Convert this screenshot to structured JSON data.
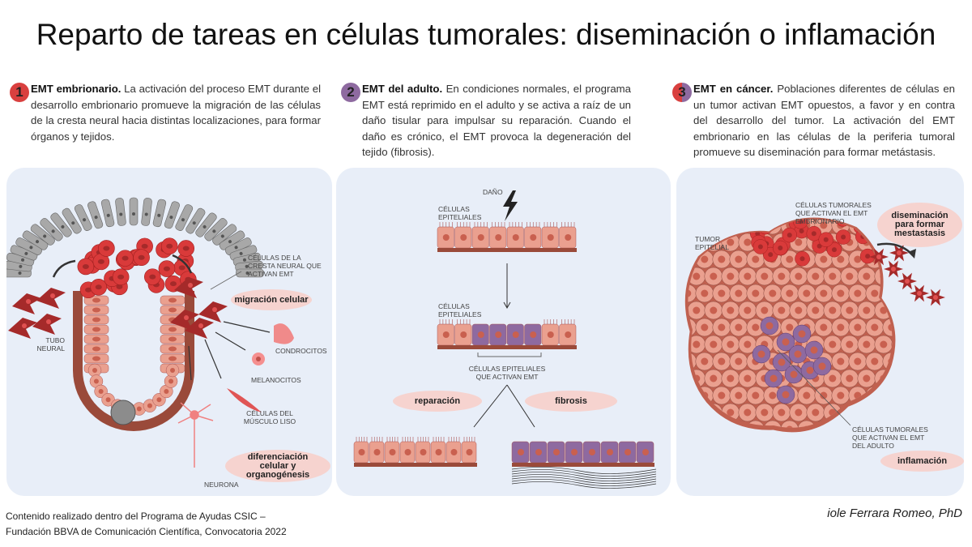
{
  "title": "Reparto de tareas en células tumorales: diseminación o inflamación",
  "sections": [
    {
      "number": "1",
      "heading": "EMT embrionario.",
      "text": " La activación del proceso EMT durante el desarrollo embrionario promueve la migración de las células de la cresta neural hacia distintas localizaciones, para formar órganos y tejidos.",
      "color": "#d9403f"
    },
    {
      "number": "2",
      "heading": "EMT del adulto.",
      "text": " En condiciones normales, el programa EMT está reprimido en el adulto y se activa a raíz de un daño tisular para impulsar su reparación. Cuando el daño es crónico, el EMT provoca la degeneración del tejido (fibrosis).",
      "color": "#8e6aa0"
    },
    {
      "number": "3",
      "heading": "EMT en cáncer.",
      "text": " Poblaciones diferentes de células en un tumor activan EMT opuestos, a favor y en contra del desarrollo del tumor. La activación del EMT embrionario en las células de la periferia tumoral promueve su diseminación para formar metástasis.",
      "color": "#d9403f"
    }
  ],
  "panel1": {
    "crest_label": "Células de la cresta neural que activan EMT",
    "migration": "migración celular",
    "tube": "Tubo neural",
    "chondro": "Condrocitos",
    "melano": "Melanocitos",
    "muscle": "Células del músculo liso",
    "neuron": "Neurona",
    "differentiation": "diferenciación celular y organogénesis"
  },
  "panel2": {
    "damage": "Daño",
    "epi1": "Células epiteliales",
    "epi2": "Células epiteliales",
    "emt_cells": "Células epiteliales que activan EMT",
    "repair": "reparación",
    "fibrosis": "fibrosis"
  },
  "panel3": {
    "tumor": "Tumor epitelial",
    "embryonic": "Células tumorales que activan el EMT embrionario",
    "dissemination": "diseminación para formar mestastasis",
    "adult": "Células tumorales que activan el EMT del adulto",
    "inflammation": "inflamación"
  },
  "footer": {
    "line1": "Contenido realizado dentro del Programa de Ayudas CSIC –",
    "line2": "Fundación BBVA de Comunicación Científica, Convocatoria 2022",
    "author": "iole Ferrara Romeo, PhD"
  },
  "colors": {
    "panel_bg": "#e8eef8",
    "pill": "#f6d3cf",
    "red": "#d9403f",
    "purple": "#8e6aa0",
    "salmon": "#e89a8c",
    "dark_red": "#a52a2a"
  }
}
